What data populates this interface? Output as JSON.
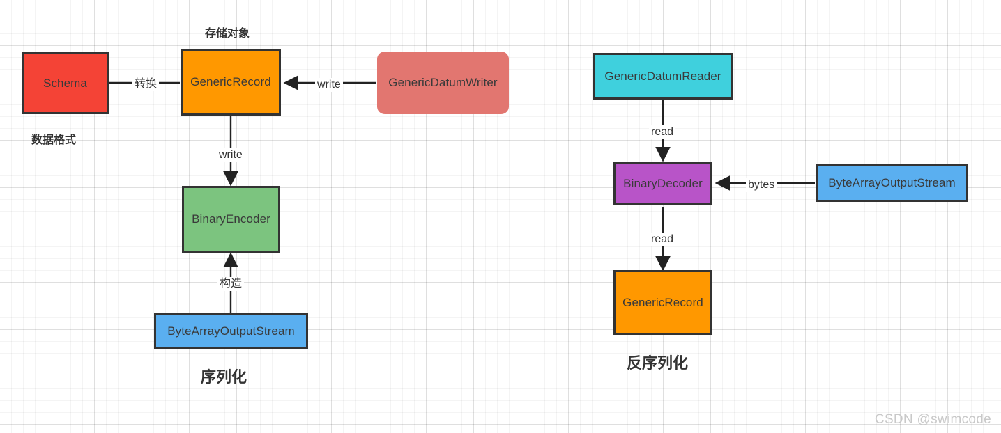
{
  "diagram": {
    "title_left": "序列化",
    "title_right": "反序列化",
    "watermark": "CSDN @swimcode",
    "annotations": {
      "schema_note": "数据格式",
      "record_note": "存储对象"
    },
    "colors": {
      "schema": "#f44336",
      "generic_record": "#ff9800",
      "generic_datum_writer": "#e27670",
      "binary_encoder": "#7cc47f",
      "byte_array_output_stream": "#5aaff0",
      "generic_datum_reader": "#3fd0dd",
      "binary_decoder": "#b854c8",
      "border": "#333333",
      "text": "#3a3a3a",
      "watermark": "#c9c9c9"
    },
    "nodes": [
      {
        "id": "schema",
        "label": "Schema"
      },
      {
        "id": "generic_record_s",
        "label": "GenericRecord"
      },
      {
        "id": "generic_datum_writer",
        "label": "GenericDatumWriter"
      },
      {
        "id": "binary_encoder",
        "label": "BinaryEncoder"
      },
      {
        "id": "baos_left",
        "label": "ByteArrayOutputStream"
      },
      {
        "id": "generic_datum_reader",
        "label": "GenericDatumReader"
      },
      {
        "id": "binary_decoder",
        "label": "BinaryDecoder"
      },
      {
        "id": "baos_right",
        "label": "ByteArrayOutputStream"
      },
      {
        "id": "generic_record_d",
        "label": "GenericRecord"
      }
    ],
    "edges": [
      {
        "id": "e1",
        "from": "schema",
        "to": "generic_record_s",
        "label": "转换",
        "arrow": false
      },
      {
        "id": "e2",
        "from": "generic_datum_writer",
        "to": "generic_record_s",
        "label": "write",
        "arrow": true
      },
      {
        "id": "e3",
        "from": "generic_record_s",
        "to": "binary_encoder",
        "label": "write",
        "arrow": true
      },
      {
        "id": "e4",
        "from": "baos_left",
        "to": "binary_encoder",
        "label": "构造",
        "arrow": true
      },
      {
        "id": "e5",
        "from": "generic_datum_reader",
        "to": "binary_decoder",
        "label": "read",
        "arrow": true
      },
      {
        "id": "e6",
        "from": "baos_right",
        "to": "binary_decoder",
        "label": "bytes",
        "arrow": true
      },
      {
        "id": "e7",
        "from": "binary_decoder",
        "to": "generic_record_d",
        "label": "read",
        "arrow": true
      }
    ]
  }
}
